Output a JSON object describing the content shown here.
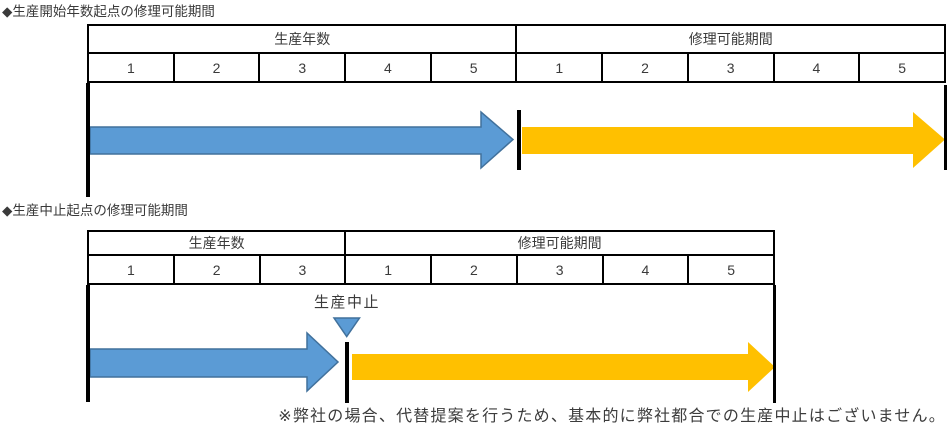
{
  "colors": {
    "arrow_blue": "#5B9BD5",
    "arrow_blue_border": "#41719C",
    "arrow_orange": "#FFC000",
    "line_black": "#000000"
  },
  "diagram1": {
    "title": "◆生産開始年数起点の修理可能期間",
    "table": {
      "group_headers": [
        "生産年数",
        "修理可能期間"
      ],
      "production_years": [
        "1",
        "2",
        "3",
        "4",
        "5"
      ],
      "repair_years": [
        "1",
        "2",
        "3",
        "4",
        "5"
      ]
    }
  },
  "diagram2": {
    "title": "◆生産中止起点の修理可能期間",
    "table": {
      "group_headers": [
        "生産年数",
        "修理可能期間"
      ],
      "production_years": [
        "1",
        "2",
        "3"
      ],
      "repair_years": [
        "1",
        "2",
        "3",
        "4",
        "5"
      ]
    },
    "discontinue_label": "生産中止"
  },
  "footnote": "※弊社の場合、代替提案を行うため、基本的に弊社都合での生産中止はございません。"
}
